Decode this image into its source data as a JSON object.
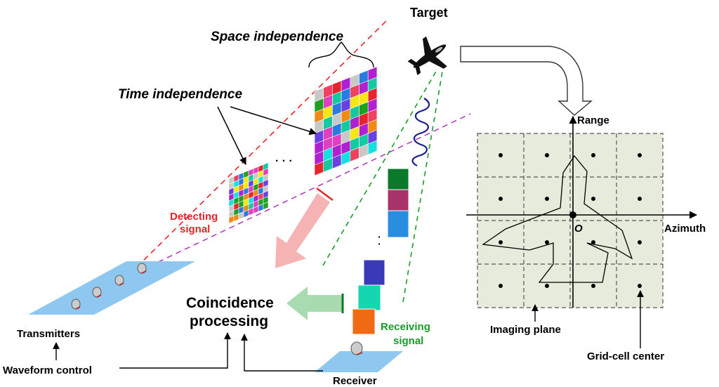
{
  "labels": {
    "target": "Target",
    "space_independence": "Space independence",
    "time_independence": "Time independence",
    "ellipsis": "· · ·",
    "detecting_signal_line1": "Detecting",
    "detecting_signal_line2": "signal",
    "coincidence_line1": "Coincidence",
    "coincidence_line2": "processing",
    "transmitters": "Transmitters",
    "waveform_control": "Waveform control",
    "receiver": "Receiver",
    "receiving_signal_line1": "Receiving",
    "receiving_signal_line2": "signal",
    "range": "Range",
    "azimuth": "Azimuth",
    "origin": "O",
    "imaging_plane": "Imaging plane",
    "grid_cell_center": "Grid-cell center"
  },
  "colors": {
    "red_dash": "#e8232b",
    "purple_dash": "#b040c0",
    "green_dash": "#1a9a2a",
    "detect_arrow": "#f5b3b3",
    "receive_arrow": "#a8dcb0",
    "plane_fill": "#8ec8f0",
    "grid_fill": "#e6ebdc",
    "wave": "#1a1a8c",
    "receiving_text": "#1a9a2a",
    "detecting_text": "#e8232b"
  },
  "received_segments": [
    "#0a7a2a",
    "#a8326a",
    "#2a8ee0",
    "#3a3ab8",
    "#14d6b0",
    "#f06a14"
  ],
  "mosaic_palette": [
    "#e8232b",
    "#2a7ae0",
    "#14c8a0",
    "#f5e614",
    "#b020d0",
    "#f08a14",
    "#20a020",
    "#e040c0",
    "#6a40e0",
    "#14e0e0",
    "#c8c8c8",
    "#f04060"
  ]
}
